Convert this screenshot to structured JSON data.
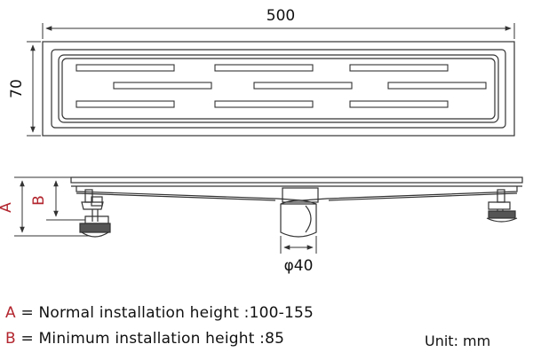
{
  "dimensions": {
    "length": "500",
    "width": "70",
    "label_a": "A",
    "label_b": "B",
    "outlet_diameter": "φ40"
  },
  "legend": {
    "a": {
      "key": "A",
      "text": " = Normal installation height :100-155"
    },
    "b": {
      "key": "B",
      "text": " = Minimum installation height :85"
    }
  },
  "unit": "Unit:  mm",
  "colors": {
    "line": "#333333",
    "accent": "#b3262f"
  }
}
